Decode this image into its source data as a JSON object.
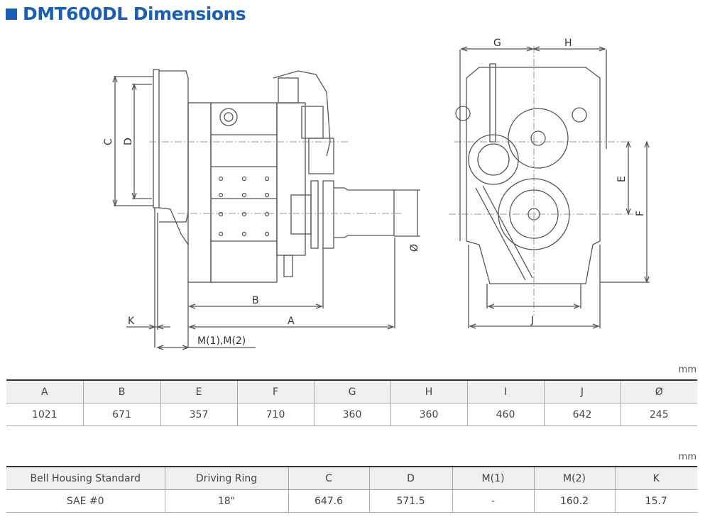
{
  "title": "DMT600DL Dimensions",
  "drawing": {
    "side_view_labels": [
      "C",
      "D",
      "B",
      "A",
      "K",
      "M(1),M(2)",
      "Ø"
    ],
    "front_view_labels": [
      "G",
      "H",
      "E",
      "F",
      "J"
    ]
  },
  "table1": {
    "unit": "mm",
    "headers": [
      "A",
      "B",
      "E",
      "F",
      "G",
      "H",
      "I",
      "J",
      "Ø"
    ],
    "values": [
      "1021",
      "671",
      "357",
      "710",
      "360",
      "360",
      "460",
      "642",
      "245"
    ]
  },
  "table2": {
    "unit": "mm",
    "headers": [
      "Bell Housing Standard",
      "Driving Ring",
      "C",
      "D",
      "M(1)",
      "M(2)",
      "K"
    ],
    "values": [
      "SAE #0",
      "18\"",
      "647.6",
      "571.5",
      "-",
      "160.2",
      "15.7"
    ]
  },
  "colors": {
    "title": "#1a5fb4",
    "header_bg": "#eeefee",
    "rule_dark": "#333333",
    "rule_light": "#a9a9a9"
  }
}
